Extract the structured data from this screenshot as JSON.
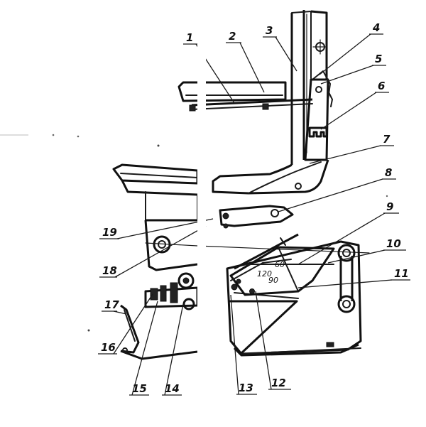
{
  "callouts": [
    {
      "id": "1",
      "label": "1"
    },
    {
      "id": "2",
      "label": "2"
    },
    {
      "id": "3",
      "label": "3"
    },
    {
      "id": "4",
      "label": "4"
    },
    {
      "id": "5",
      "label": "5"
    },
    {
      "id": "6",
      "label": "6"
    },
    {
      "id": "7",
      "label": "7"
    },
    {
      "id": "8",
      "label": "8"
    },
    {
      "id": "9",
      "label": "9"
    },
    {
      "id": "10",
      "label": "10"
    },
    {
      "id": "11",
      "label": "11"
    },
    {
      "id": "12",
      "label": "12"
    },
    {
      "id": "13",
      "label": "13"
    },
    {
      "id": "14",
      "label": "14"
    },
    {
      "id": "15",
      "label": "15"
    },
    {
      "id": "16",
      "label": "16"
    },
    {
      "id": "17",
      "label": "17"
    },
    {
      "id": "18",
      "label": "18"
    },
    {
      "id": "19",
      "label": "19"
    }
  ],
  "scale_marks": [
    "60",
    "90",
    "120"
  ]
}
